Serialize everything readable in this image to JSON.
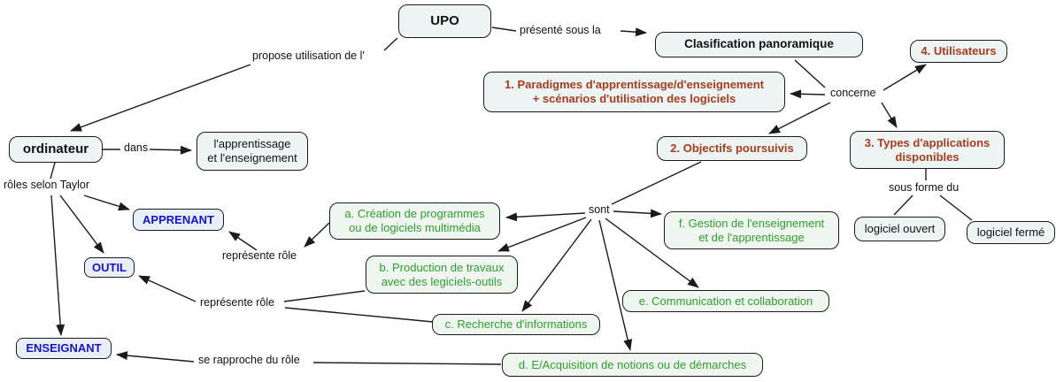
{
  "colors": {
    "numbered_text": "#a83c1c",
    "role_text": "#1414cc",
    "category_text": "#2f9e2f",
    "node_fill": "#eef4f4",
    "line": "#1b1b1b"
  },
  "nodes": {
    "upo": "UPO",
    "clasification": "Clasification panoramique",
    "utilisateurs": "4. Utilisateurs",
    "paradigmes": "1. Paradigmes d'apprentissage/d'enseignement\n+ scénarios d'utilisation des logiciels",
    "objectifs": "2. Objectifs poursuivis",
    "types": "3. Types d'applications\ndisponibles",
    "ordinateur": "ordinateur",
    "apprentissage": "l'apprentissage\net l'enseignement",
    "apprenant": "APPRENANT",
    "outil": "OUTIL",
    "enseignant": "ENSEIGNANT",
    "a_creation": "a. Création de programmes\nou de logiciels multimédia",
    "b_production": "b. Production de travaux\navec des legiciels-outils",
    "c_recherche": "c. Recherche d'informations",
    "d_acquisition": "d. E/Acquisition de notions ou de démarches",
    "e_communication": "e. Communication et collaboration",
    "f_gestion": "f. Gestion de l'enseignement\net de l'apprentissage",
    "logiciel_ouvert": "logiciel ouvert",
    "logiciel_ferme": "logiciel fermé"
  },
  "link_labels": {
    "presente": "présenté sous la",
    "propose": "propose utilisation de l'",
    "concerne": "concerne",
    "dans": "dans",
    "roles_taylor": "rôles selon Taylor",
    "sont": "sont",
    "sous_forme": "sous forme du",
    "represente_role_1": "représente rôle",
    "represente_role_2": "représente rôle",
    "se_rapproche": "se rapproche du rôle"
  }
}
